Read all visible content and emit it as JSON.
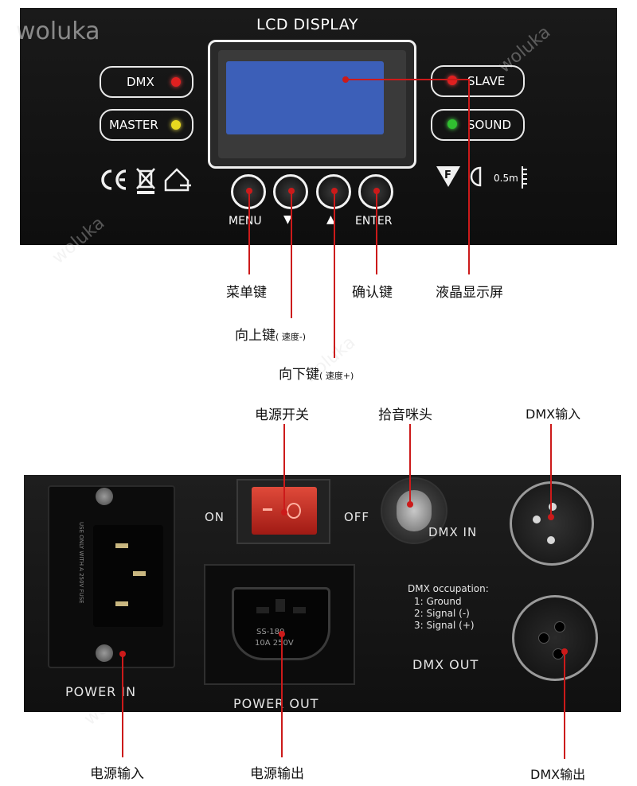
{
  "watermark": "woluka",
  "top_panel": {
    "title": "LCD DISPLAY",
    "left_indicators": [
      {
        "label": "DMX",
        "led_color": "#e02020"
      },
      {
        "label": "MASTER",
        "led_color": "#e8d820"
      }
    ],
    "right_indicators": [
      {
        "label": "SLAVE",
        "led_color": "#e02020"
      },
      {
        "label": "SOUND",
        "led_color": "#30c030"
      }
    ],
    "buttons": [
      {
        "label": "MENU"
      },
      {
        "label": "▼"
      },
      {
        "label": "▲"
      },
      {
        "label": "ENTER"
      }
    ],
    "cert_icons": [
      "ce-mark-icon",
      "weee-bin-icon",
      "indoor-house-icon"
    ],
    "right_icons": [
      "f-triangle-icon",
      "half-circle-icon"
    ],
    "distance_label": "0.5m"
  },
  "top_callouts": {
    "menu": "菜单键",
    "up": "向上键",
    "up_note": "( 速度-)",
    "down": "向下键",
    "down_note": "( 速度+)",
    "enter": "确认键",
    "lcd": "液晶显示屏"
  },
  "bottom_panel": {
    "on_label": "ON",
    "off_label": "OFF",
    "dmx_in_label": "DMX IN",
    "dmx_out_label": "DMX OUT",
    "power_in_label": "POWER IN",
    "power_out_label": "POWER OUT",
    "fuse_text": "USE ONLY WITH A 250V FUSE",
    "socket_text_1": "SS-180",
    "socket_text_2": "10A 250V",
    "dmx_occupation": {
      "title": "DMX occupation:",
      "lines": [
        "1: Ground",
        "2: Signal (-)",
        "3: Signal (+)"
      ]
    }
  },
  "bottom_callouts": {
    "power_switch": "电源开关",
    "mic": "拾音咪头",
    "dmx_in": "DMX输入",
    "power_in": "电源输入",
    "power_out": "电源输出",
    "dmx_out": "DMX输出"
  }
}
